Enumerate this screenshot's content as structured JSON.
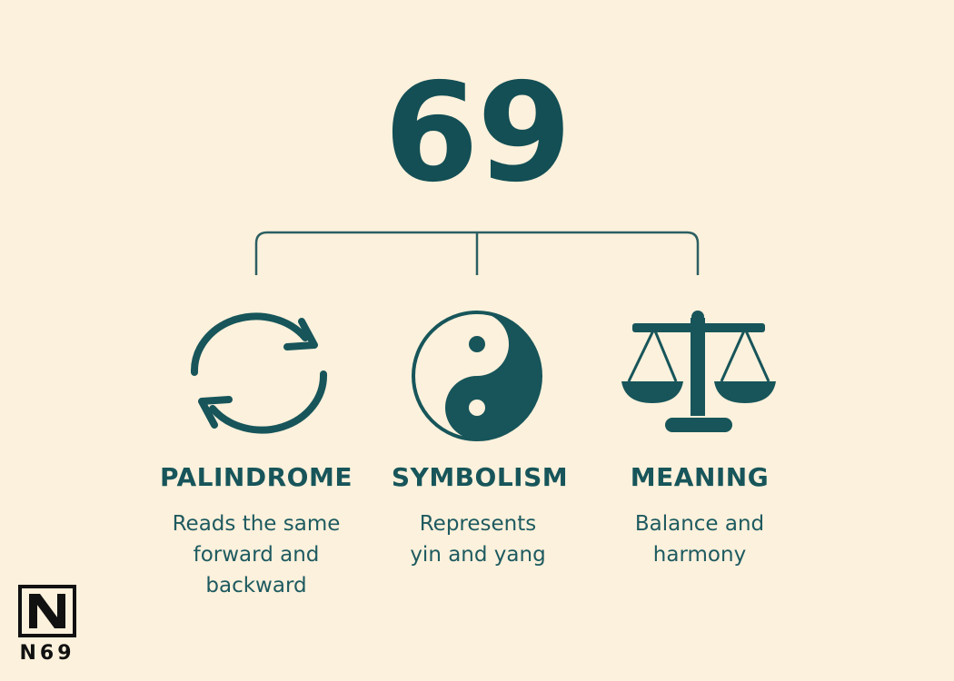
{
  "title": "69",
  "columns": [
    {
      "heading": "PALINDROME",
      "description_lines": [
        "Reads the same",
        "forward and",
        "backward"
      ],
      "icon": "cycle-arrows-icon"
    },
    {
      "heading": "SYMBOLISM",
      "description_lines": [
        "Represents",
        "yin and yang"
      ],
      "icon": "yin-yang-icon"
    },
    {
      "heading": "MEANING",
      "description_lines": [
        "Balance and",
        "harmony"
      ],
      "icon": "balance-scale-icon"
    }
  ],
  "logo": {
    "text": "N69",
    "icon": "n-logo-icon"
  },
  "colors": {
    "background": "#fcf1dc",
    "accent": "#17555a",
    "logo": "#111111"
  }
}
